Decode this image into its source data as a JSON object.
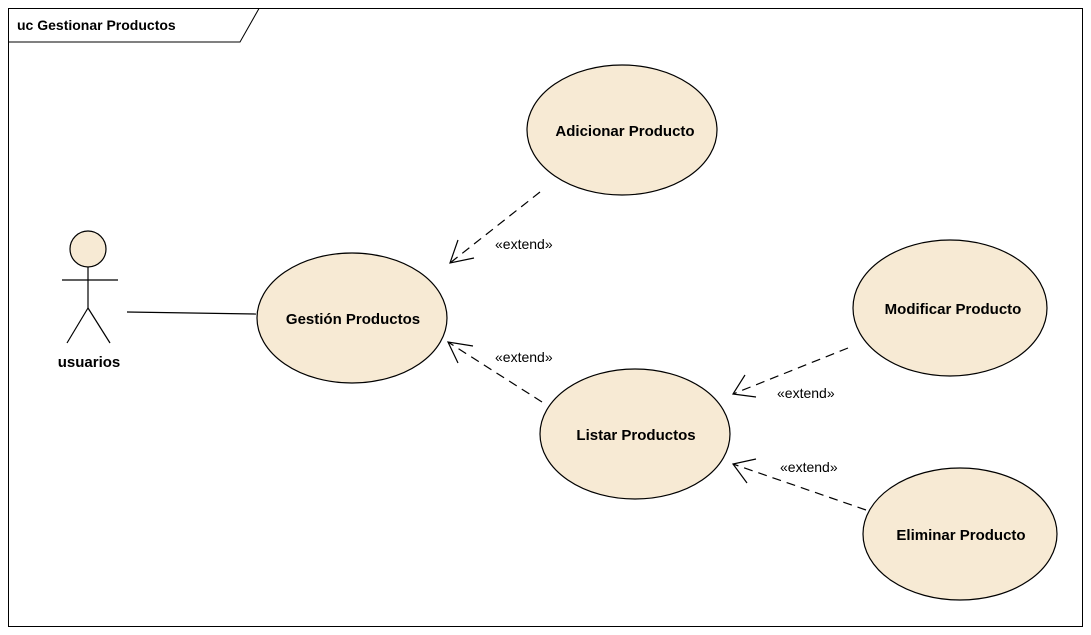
{
  "frame": {
    "title": "uc Gestionar Productos"
  },
  "actor": {
    "label": "usuarios"
  },
  "use_cases": {
    "gestion": "Gestión Productos",
    "adicionar": "Adicionar Producto",
    "listar": "Listar Productos",
    "modificar": "Modificar Producto",
    "eliminar": "Eliminar Producto"
  },
  "relations": {
    "adicionar_extend": "«extend»",
    "listar_extend": "«extend»",
    "modificar_extend": "«extend»",
    "eliminar_extend": "«extend»"
  },
  "colors": {
    "use_case_fill": "#f7ead4",
    "actor_head_fill": "#f7ead4",
    "stroke": "#000000"
  }
}
